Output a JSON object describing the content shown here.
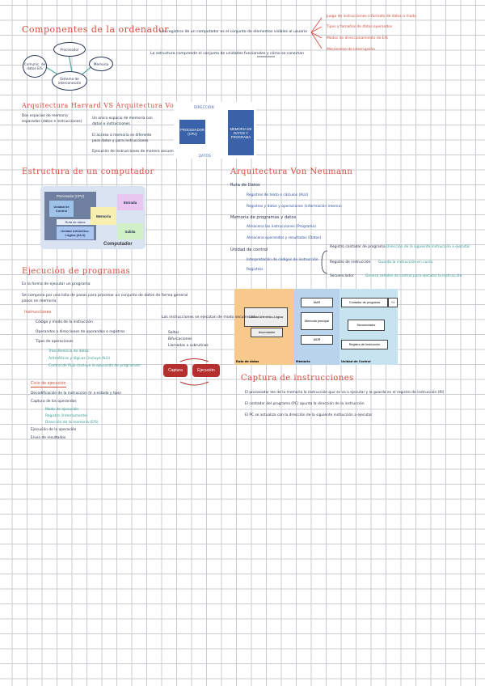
{
  "section1": {
    "title": "Componentes de la ordenador",
    "nodes": {
      "top": "Procesador",
      "left": "Comunic. de datos E/S",
      "center": "Sistema de interconexión",
      "right": "Memoria"
    },
    "def1": "Los registros de un computador es el conjunto de elementos visibles al usuario",
    "def2": "La estructura comprende el conjunto de unidades funcionales y cómo se conectan",
    "bullets": [
      "Juego de instrucciones o formato de datos o modo",
      "Tipos y tamaños de datos operandos",
      "Modos de direccionamiento de E/S",
      "Mecanismo de interrupción"
    ]
  },
  "section2": {
    "title": "Arquitectura Harvard VS Arquitectura Von Neumann",
    "left_notes": [
      "Dos espacios de memoria",
      "separados (datos e instrucciones)"
    ],
    "right_notes": [
      "Un único espacio de memoria con",
      "datos e instrucciones",
      "El acceso a memoria es diferente",
      "para datos y para instrucciones",
      "Ejecución de instrucciones de manera secuencial"
    ],
    "diagram": {
      "label_top": "DIRECCIÓN",
      "label_bottom": "DATOS",
      "cpu": "PROCESADOR (CPU)",
      "memory": "MEMORIA DE DATOS Y PROGRAMA"
    }
  },
  "section3": {
    "title": "Estructura de un computador",
    "diagram": {
      "cpu": "Procesador (CPU)",
      "cu": "Unidad de Control",
      "bus": "Ruta de datos",
      "alu": "Unidad Aritmético-Lógica (ALU)",
      "mem": "Memoria",
      "in": "Entrada",
      "out": "Salida",
      "label": "Computador"
    }
  },
  "section4": {
    "title": "Arquitectura Von Neumann",
    "items": [
      {
        "label": "Ruta de Datos",
        "sub": [
          "Registros de texto o cálculos (ALU)",
          "Registros y datos y operaciones (información interna)"
        ]
      },
      {
        "label": "Memoria de programas y datos",
        "sub": [
          "Almacena las instrucciones (Programa)",
          "Almacena operandos y resultados (Datos)"
        ]
      },
      {
        "label": "Unidad de control",
        "sub": [
          "Interpretación de códigos de instrucción",
          "Registros"
        ]
      }
    ],
    "registers": [
      {
        "label": "Registro contador de programa",
        "note": "Dirección de la siguiente instrucción a ejecutar"
      },
      {
        "label": "Registro de instrucción",
        "note": "Guarda la instrucción en curso"
      },
      {
        "label": "Secuenciador",
        "note": "Genera señales de control para ejecutar la instrucción"
      }
    ]
  },
  "section5": {
    "title": "Ejecución de programas",
    "intro": "Es la forma de ejecutar un programa",
    "intro2": "Se compone por una lista de pasos para procesar un conjunto de datos de forma general",
    "intro3": "pasos en memoria",
    "subhead": "Instrucciones",
    "list": [
      "Código y modo de la instrucción",
      "Operandos o direcciones de operandos o registros",
      "Tipos de operaciones"
    ],
    "types": [
      "Transferencia de datos",
      "Aritméticas y lógicas (incluye ALU)",
      "Control de flujo (incluye la ejecución de programas)"
    ],
    "side_head": "Las instrucciones se ejecutan de modo secuencial",
    "side_items": [
      "Saltos",
      "Bifurcaciones",
      "Llamadas a subrutinas"
    ],
    "cycle": {
      "a": "Captura",
      "b": "Ejecución"
    },
    "cycle_head": "Ciclo de ejecución",
    "cycle_steps": [
      "Decodificación de la instrucción (Ir a estado y tipo)",
      "Captura de los operandos",
      "Ejecución de la operación",
      "Envío de resultados"
    ],
    "cycle_sub": [
      "Modo de ejecución",
      "Registro (internamente)",
      "Dirección de la memoria (E/S)"
    ]
  },
  "section6": {
    "title": "Captura de instrucciones",
    "lines": [
      "El procesador lee de la memoria la instrucción que se va a ejecutar y la guarda en el registro de instrucción (RI)",
      "El contador del programa (PC) apunta la dirección de la instrucción",
      "El PC se actualiza con la dirección de la siguiente instrucción a ejecutar"
    ]
  },
  "vn_diagram": {
    "alu": "Unidad Aritmético-Lógica",
    "acc": "Acumulador",
    "mar": "MAR",
    "mem": "Memoria principal",
    "mdr": "MDR",
    "pc": "Contador de programa",
    "plus": "+1",
    "seq": "Secuenciador",
    "ir": "Registro de instrucción",
    "cap1": "Ruta de datos",
    "cap2": "Memoria",
    "cap3": "Unidad de Control"
  }
}
